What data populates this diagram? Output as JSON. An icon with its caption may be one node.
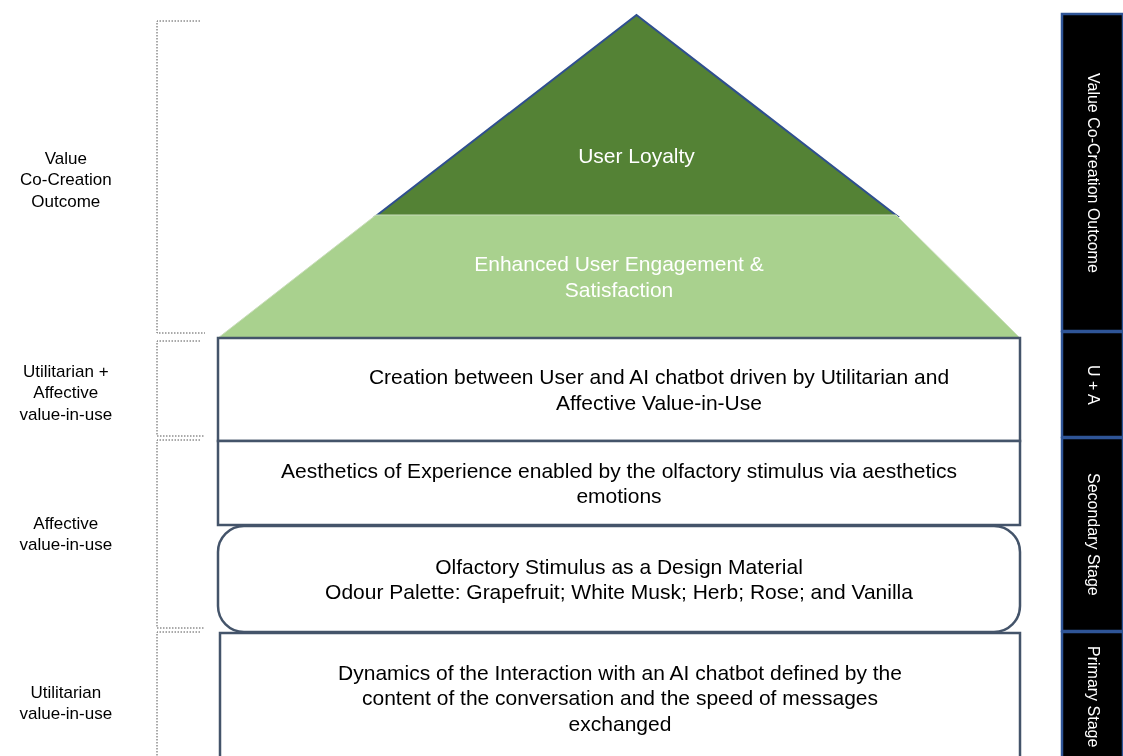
{
  "diagram": {
    "nodes": [
      {
        "text": [
          "User Loyalty"
        ]
      },
      {
        "text": [
          "Enhanced User Engagement & Satisfaction"
        ]
      },
      {
        "text": [
          "Creation between User and AI chatbot driven by Utilitarian and Affective Value-in-Use"
        ]
      },
      {
        "text": [
          "Aesthetics of Experience enabled by the olfactory stimulus via aesthetics emotions"
        ]
      },
      {
        "text": [
          "Olfactory Stimulus as a Design Material",
          "Odour Palette: Grapefruit; White Musk; Herb; Rose; and Vanilla"
        ]
      },
      {
        "text": [
          "Dynamics of the Interaction with an AI chatbot defined by the content of the conversation and the speed of messages exchanged"
        ]
      },
      {
        "text": [
          "Value Co-Creation Outcome"
        ]
      },
      {
        "text": [
          "U + A"
        ]
      },
      {
        "text": [
          "Secondary Stage"
        ]
      },
      {
        "text": [
          "Primary Stage"
        ]
      }
    ],
    "edges": [],
    "labels": [
      "Value Co-Creation Outcome",
      "Utilitarian + Affective value-in-use",
      "Affective value-in-use",
      "Utilitarian value-in-use"
    ]
  }
}
